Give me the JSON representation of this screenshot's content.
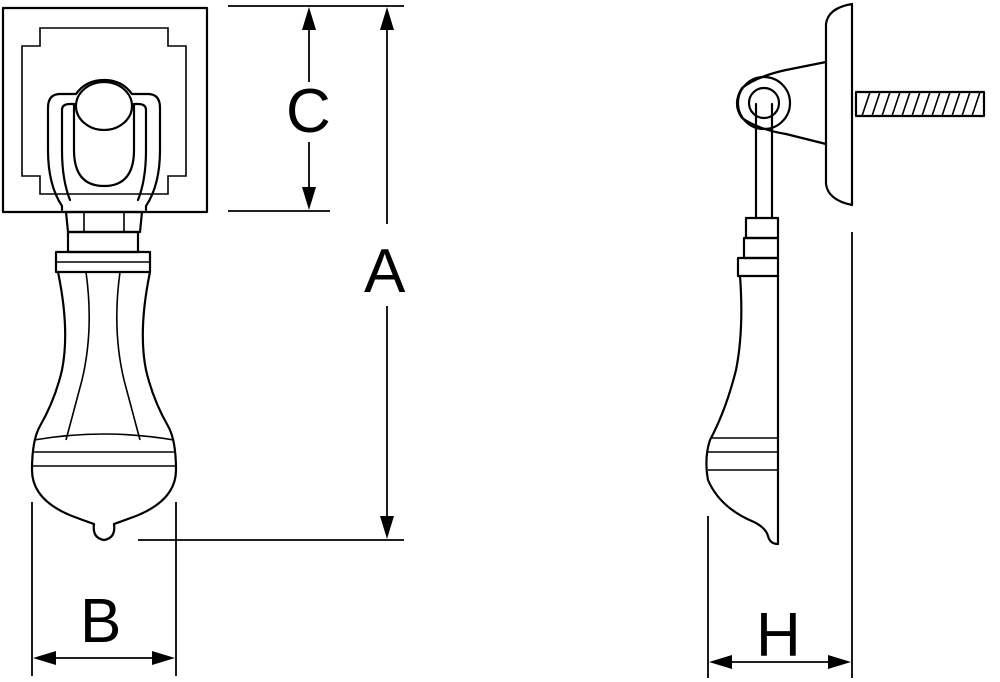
{
  "dimensions": {
    "a": "A",
    "b": "B",
    "c": "C",
    "h": "H"
  },
  "colors": {
    "line": "#000000",
    "background": "#ffffff"
  }
}
